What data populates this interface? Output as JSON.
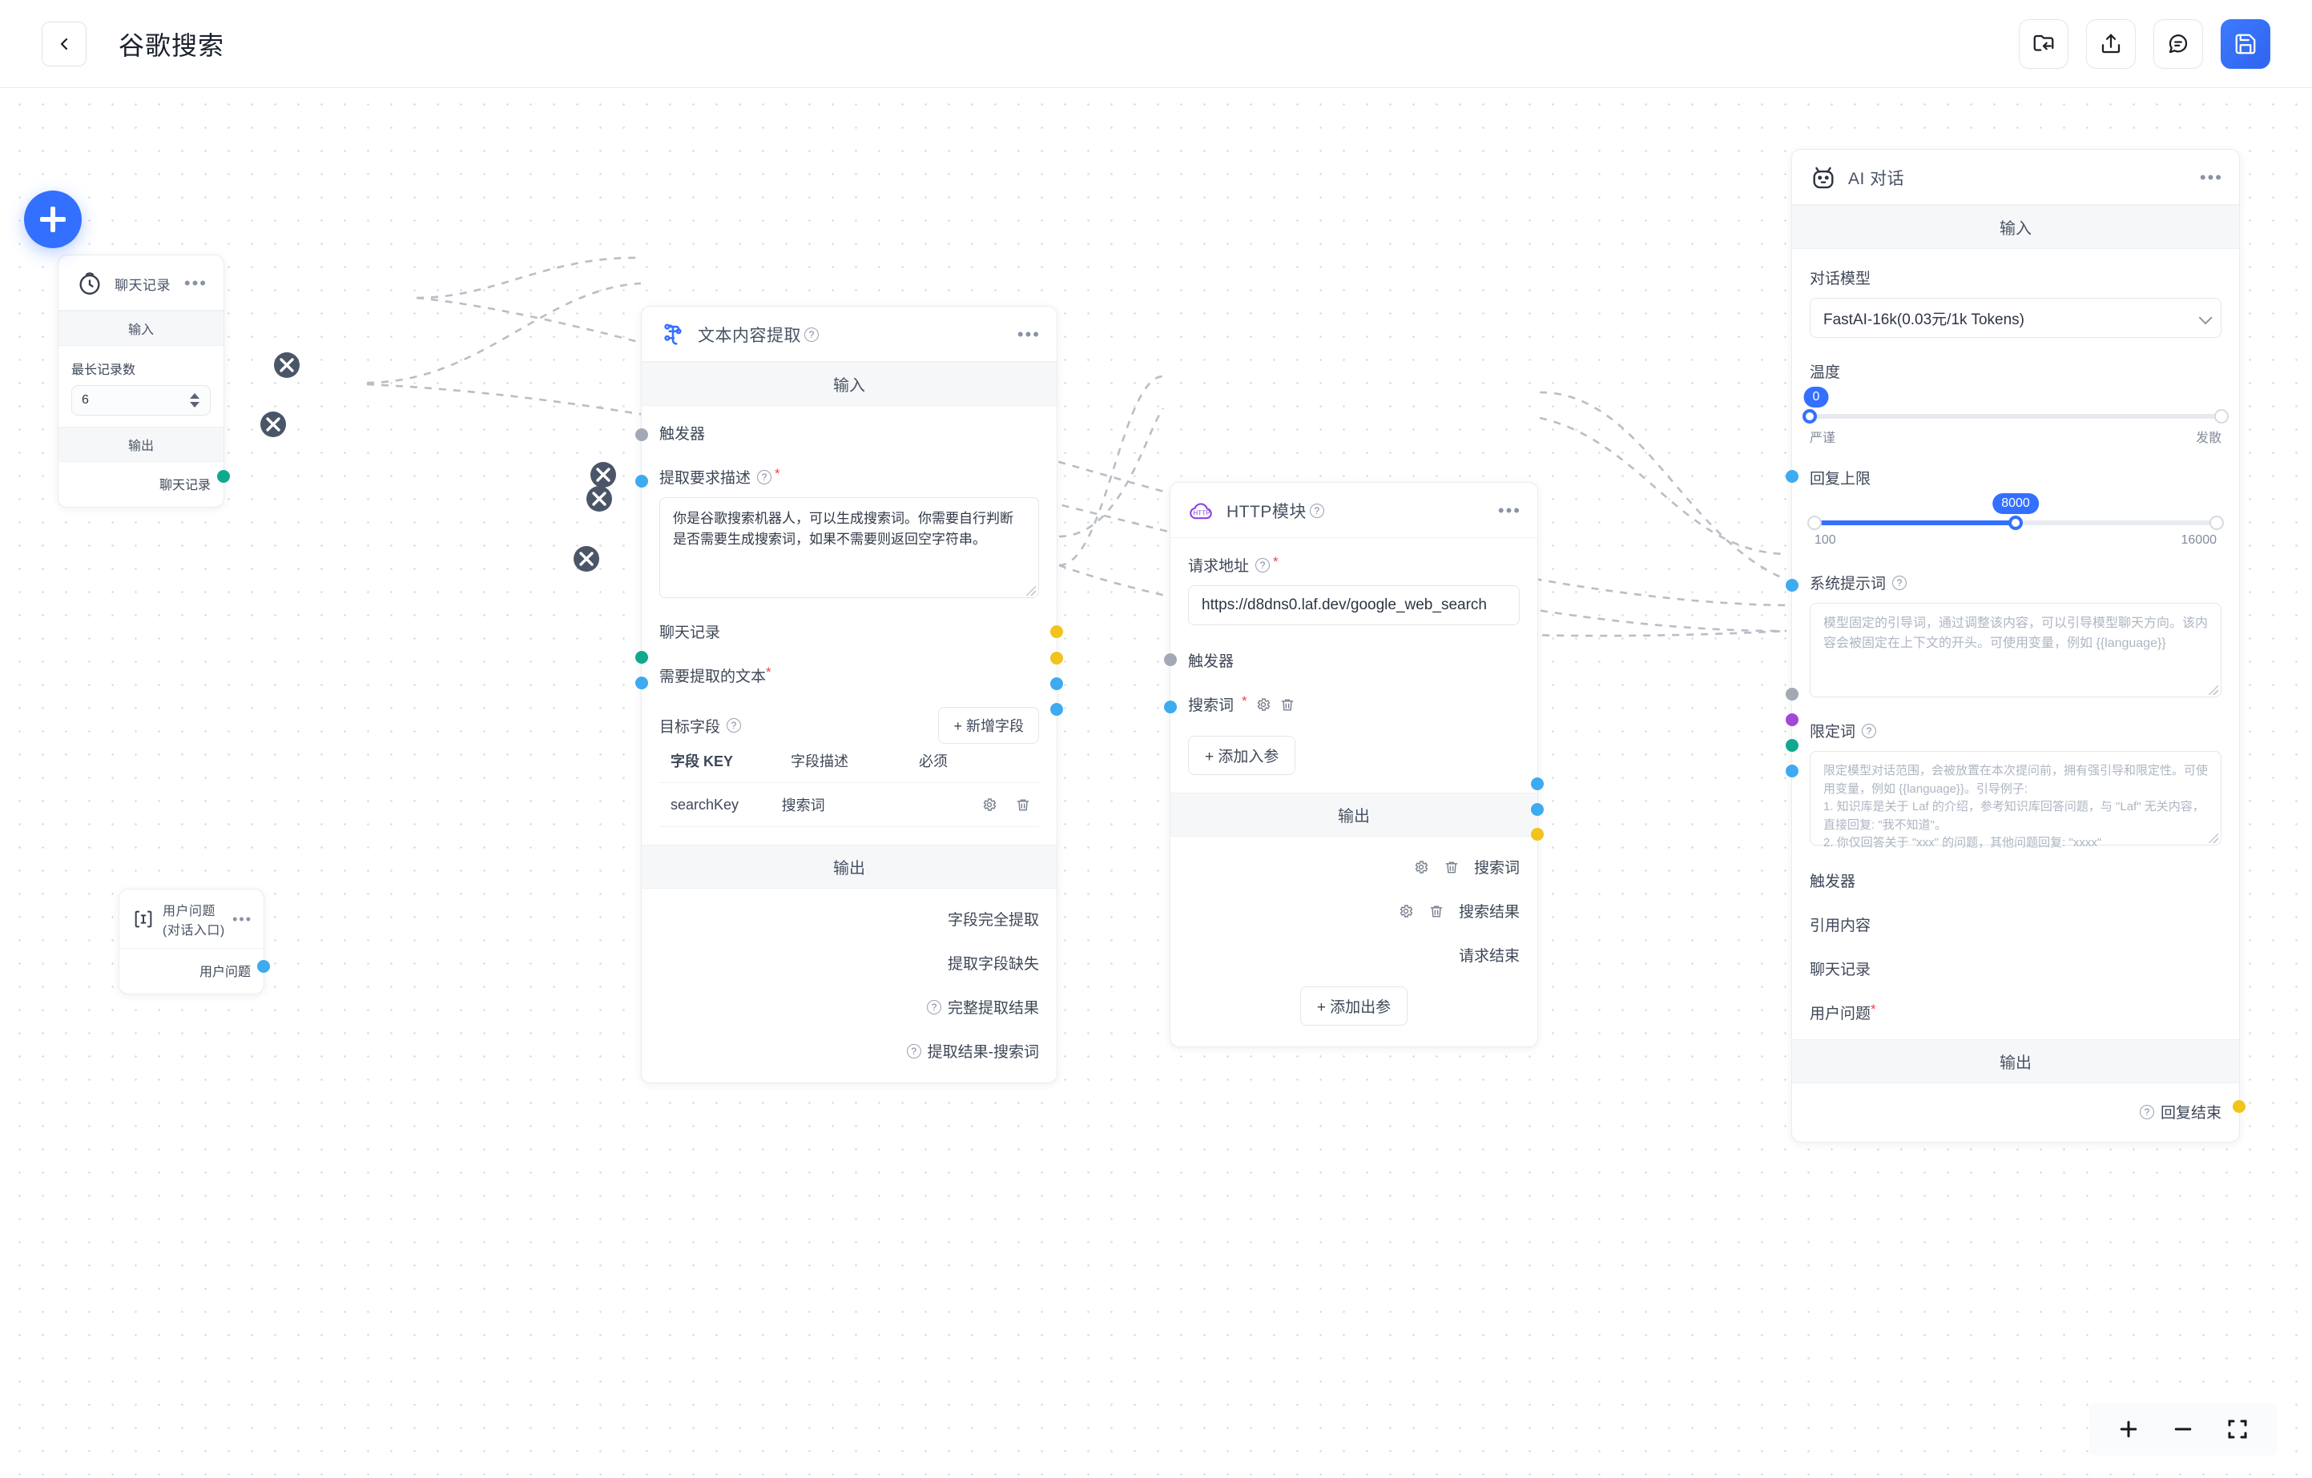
{
  "header": {
    "title": "谷歌搜索",
    "back_icon": "chevron-left-icon",
    "actions": [
      {
        "name": "folder-import-icon",
        "label": ""
      },
      {
        "name": "share-export-icon",
        "label": ""
      },
      {
        "name": "chat-bubble-icon",
        "label": ""
      },
      {
        "name": "save-disk-icon",
        "label": ""
      }
    ]
  },
  "canvas": {
    "add_button_label": "+",
    "zoom_in_label": "+",
    "zoom_out_label": "−",
    "fit_label": "[ ]"
  },
  "nodes": {
    "chat_history": {
      "title": "聊天记录",
      "icon": "clock-timer-icon",
      "input_band": "输入",
      "output_band": "输出",
      "max_records_label": "最长记录数",
      "max_records_value": "6",
      "output_port_label": "聊天记录"
    },
    "user_question": {
      "title": "用户问题(对话入口)",
      "icon": "text-cursor-icon",
      "output_port_label": "用户问题"
    },
    "text_extract": {
      "title": "文本内容提取",
      "icon": "extract-node-icon",
      "input_band": "输入",
      "output_band": "输出",
      "trigger_label": "触发器",
      "desc_label": "提取要求描述",
      "desc_value": "你是谷歌搜索机器人，可以生成搜索词。你需要自行判断是否需要生成搜索词，如果不需要则返回空字符串。",
      "chat_history_label": "聊天记录",
      "text_to_extract_label": "需要提取的文本",
      "target_fields_label": "目标字段",
      "add_field_button": "+ 新增字段",
      "table_headers": [
        "字段 KEY",
        "字段描述",
        "必须"
      ],
      "table_rows": [
        {
          "key": "searchKey",
          "desc": "搜索词",
          "required": "",
          "settings_icon": "gear-icon",
          "delete_icon": "trash-icon"
        }
      ],
      "outputs": [
        {
          "label": "字段完全提取",
          "color": "yellow"
        },
        {
          "label": "提取字段缺失",
          "color": "yellow"
        },
        {
          "label": "完整提取结果",
          "color": "blue",
          "has_help": true
        },
        {
          "label": "提取结果-搜索词",
          "color": "blue",
          "has_help": true
        }
      ]
    },
    "http_module": {
      "title": "HTTP模块",
      "icon": "http-cloud-icon",
      "output_band": "输出",
      "url_label": "请求地址",
      "url_value": "https://d8dns0.laf.dev/google_web_search",
      "trigger_label": "触发器",
      "param_label": "搜索词",
      "add_param_button": "+ 添加入参",
      "add_output_button": "+ 添加出参",
      "outputs": [
        {
          "label": "搜索词",
          "color": "blue"
        },
        {
          "label": "搜索结果",
          "color": "blue"
        },
        {
          "label": "请求结束",
          "color": "yellow"
        }
      ]
    },
    "ai_chat": {
      "title": "AI 对话",
      "icon": "ai-robot-icon",
      "input_band": "输入",
      "output_band": "输出",
      "model_label": "对话模型",
      "model_value": "FastAI-16k(0.03元/1k Tokens)",
      "temperature_label": "温度",
      "temperature_value": "0",
      "temperature_min_label": "严谨",
      "temperature_max_label": "发散",
      "maxtokens_label": "回复上限",
      "maxtokens_value": "8000",
      "maxtokens_min": "100",
      "maxtokens_max": "16000",
      "system_prompt_label": "系统提示词",
      "system_prompt_placeholder": "模型固定的引导词，通过调整该内容，可以引导模型聊天方向。该内容会被固定在上下文的开头。可使用变量，例如 {{language}}",
      "qualifier_label": "限定词",
      "qualifier_placeholder": "限定模型对话范围，会被放置在本次提问前，拥有强引导和限定性。可使用变量，例如 {{language}}。引导例子:\n1. 知识库是关于 Laf 的介绍，参考知识库回答问题，与 \"Laf\" 无关内容，直接回复: \"我不知道\"。\n2. 你仅回答关于 \"xxx\" 的问题，其他问题回复: \"xxxx\"",
      "inputs": [
        {
          "label": "触发器",
          "color": "gray"
        },
        {
          "label": "引用内容",
          "color": "purple"
        },
        {
          "label": "聊天记录",
          "color": "teal"
        },
        {
          "label": "用户问题",
          "color": "blue",
          "required": true
        }
      ],
      "outputs": [
        {
          "label": "回复结束",
          "color": "yellow",
          "has_help": true
        }
      ]
    }
  },
  "colors": {
    "accent": "#3370ff",
    "port_blue": "#3eaaf0",
    "port_teal": "#11a98e",
    "port_yellow": "#f2c31b",
    "port_purple": "#a347d6",
    "port_gray": "#a3a9b4",
    "required_red": "#f0424a"
  }
}
